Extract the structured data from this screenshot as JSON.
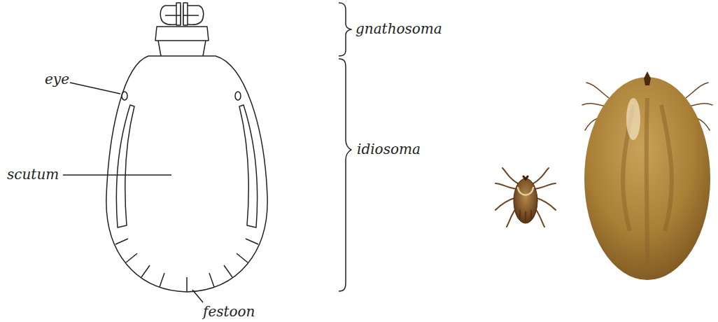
{
  "diagram": {
    "labels": [
      "gnathosoma",
      "eye",
      "scutum",
      "idiosoma",
      "festoon"
    ]
  }
}
